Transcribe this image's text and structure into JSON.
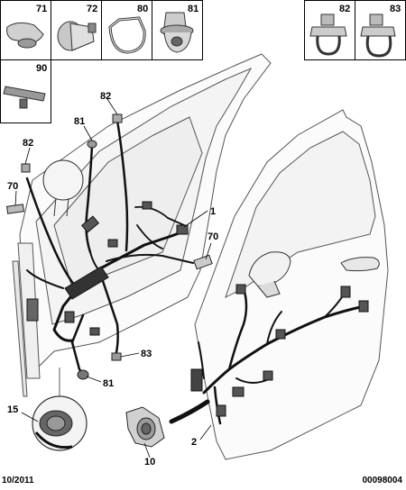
{
  "inset_parts": [
    {
      "id": "clip-71",
      "label": "71"
    },
    {
      "id": "clip-72",
      "label": "72"
    },
    {
      "id": "clip-80",
      "label": "80"
    },
    {
      "id": "clip-81",
      "label": "81"
    },
    {
      "id": "clip-82",
      "label": "82"
    },
    {
      "id": "clip-83",
      "label": "83"
    },
    {
      "id": "clip-90",
      "label": "90"
    }
  ],
  "callouts": [
    {
      "id": "c82a",
      "label": "82"
    },
    {
      "id": "c81a",
      "label": "81"
    },
    {
      "id": "c82b",
      "label": "82"
    },
    {
      "id": "c70a",
      "label": "70"
    },
    {
      "id": "c1",
      "label": "1"
    },
    {
      "id": "c70b",
      "label": "70"
    },
    {
      "id": "c83",
      "label": "83"
    },
    {
      "id": "c81b",
      "label": "81"
    },
    {
      "id": "c15",
      "label": "15"
    },
    {
      "id": "c2",
      "label": "2"
    },
    {
      "id": "c10",
      "label": "10"
    }
  ],
  "footer": {
    "date": "10/2011",
    "reference": "00098004"
  }
}
